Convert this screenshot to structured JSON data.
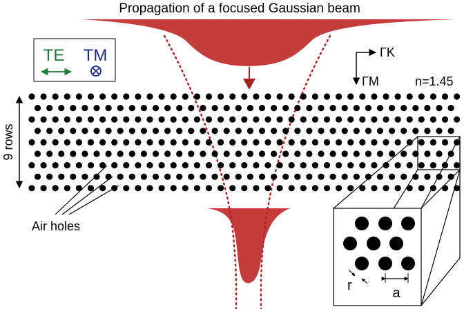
{
  "title": "Propagation of a focused Gaussian beam",
  "polarization": {
    "te_label": "TE",
    "tm_label": "TM"
  },
  "directions": {
    "gamma_k": "ΓK",
    "gamma_m": "ΓM"
  },
  "refractive_index": "n=1.45",
  "rows_label": "9 rows",
  "holes_label": "Air holes",
  "inset": {
    "radius_label": "r",
    "lattice_label": "a"
  },
  "lattice": {
    "rows": 9
  },
  "colors": {
    "beam": "#c43d3c",
    "beam_dotted": "#b52026",
    "te": "#1e7a3a",
    "tm": "#1a2a8c",
    "holes": "#000000"
  }
}
